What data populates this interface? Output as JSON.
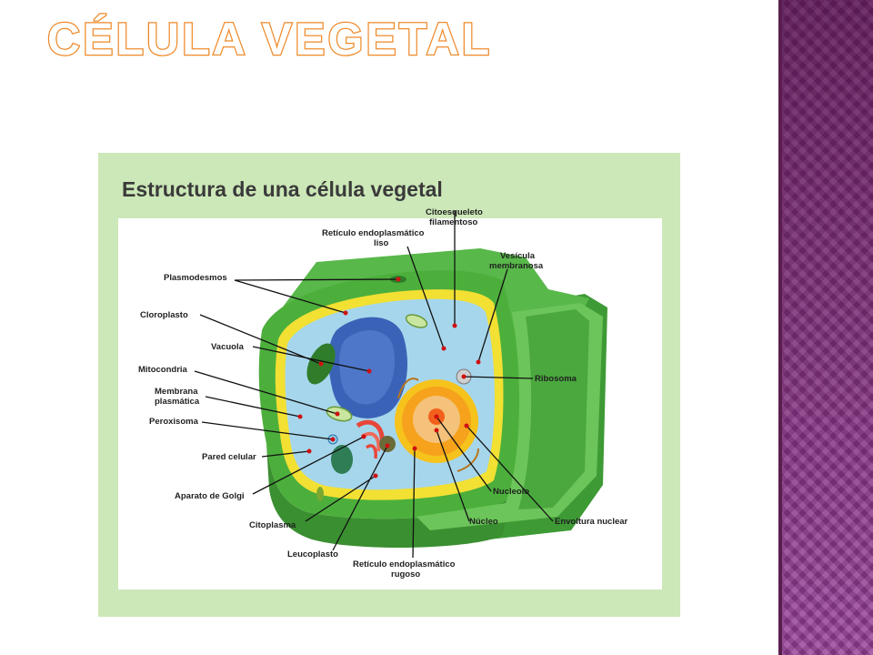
{
  "slide": {
    "title": "CÉLULA VEGETAL"
  },
  "figure": {
    "title": "Estructura de una célula vegetal",
    "labels": {
      "citoesqueleto_1": "Citoesqueleto",
      "citoesqueleto_2": "filamentoso",
      "reticulo_liso_1": "Retículo endoplasmático",
      "reticulo_liso_2": "liso",
      "vesicula_1": "Vesícula",
      "vesicula_2": "membranosa",
      "plasmodesmos": "Plasmodesmos",
      "cloroplasto": "Cloroplasto",
      "vacuola": "Vacuola",
      "mitocondria": "Mitocondria",
      "membrana_1": "Membrana",
      "membrana_2": "plasmática",
      "peroxisoma": "Peroxisoma",
      "pared": "Pared celular",
      "golgi": "Aparato de Golgi",
      "citoplasma": "Citoplasma",
      "leucoplasto": "Leucoplasto",
      "reticulo_rugoso_1": "Retículo endoplasmático",
      "reticulo_rugoso_2": "rugoso",
      "ribosoma": "Ribosoma",
      "nucleolo": "Nucleolo",
      "nucleo": "Núcleo",
      "envoltura": "Envoltura nuclear"
    }
  },
  "colors": {
    "title_outline": "#ef8a2a",
    "figure_background": "#cce8b8",
    "cell_wall": "#4caf3c",
    "cytoplasm": "#a6d6ec",
    "vacuole": "#3a63b8",
    "nucleus": "#f6a21c",
    "accent_panel": "#8c3a8c"
  }
}
